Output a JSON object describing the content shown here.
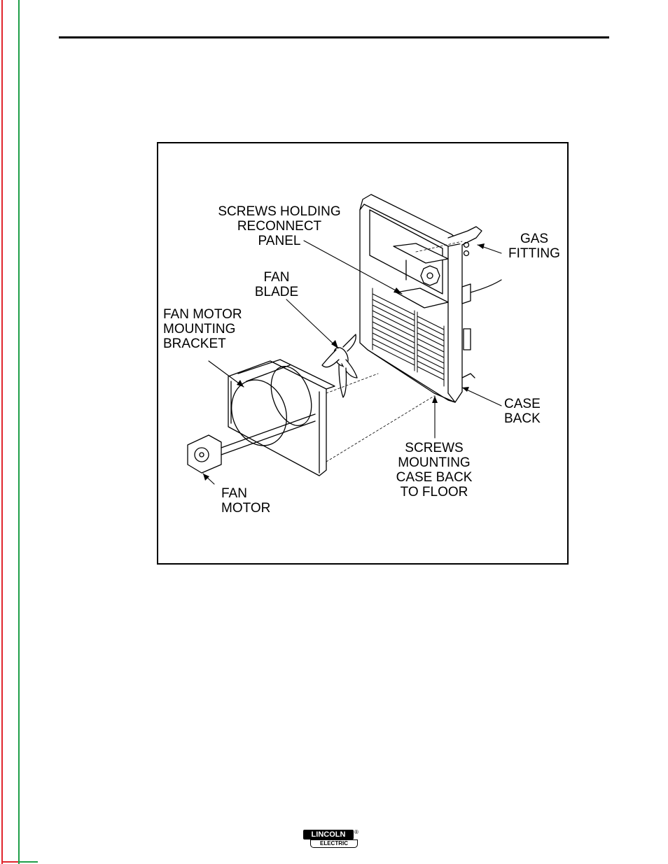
{
  "figure": {
    "callouts": {
      "screws_reconnect": [
        "SCREWS HOLDING",
        "RECONNECT",
        "PANEL"
      ],
      "gas_fitting": [
        "GAS",
        "FITTING"
      ],
      "fan_blade": [
        "FAN",
        "BLADE"
      ],
      "fan_motor_bracket": [
        "FAN MOTOR",
        "MOUNTING",
        "BRACKET"
      ],
      "case_back": [
        "CASE",
        "BACK"
      ],
      "screws_floor": [
        "SCREWS",
        "MOUNTING",
        "CASE BACK",
        "TO FLOOR"
      ],
      "fan_motor": [
        "FAN",
        "MOTOR"
      ]
    }
  },
  "footer": {
    "logo_top": "LINCOLN",
    "logo_reg": "®",
    "logo_bottom": "ELECTRIC"
  },
  "colors": {
    "edge_red": "#e0242c",
    "edge_green": "#1e9e48",
    "ink": "#000000"
  }
}
